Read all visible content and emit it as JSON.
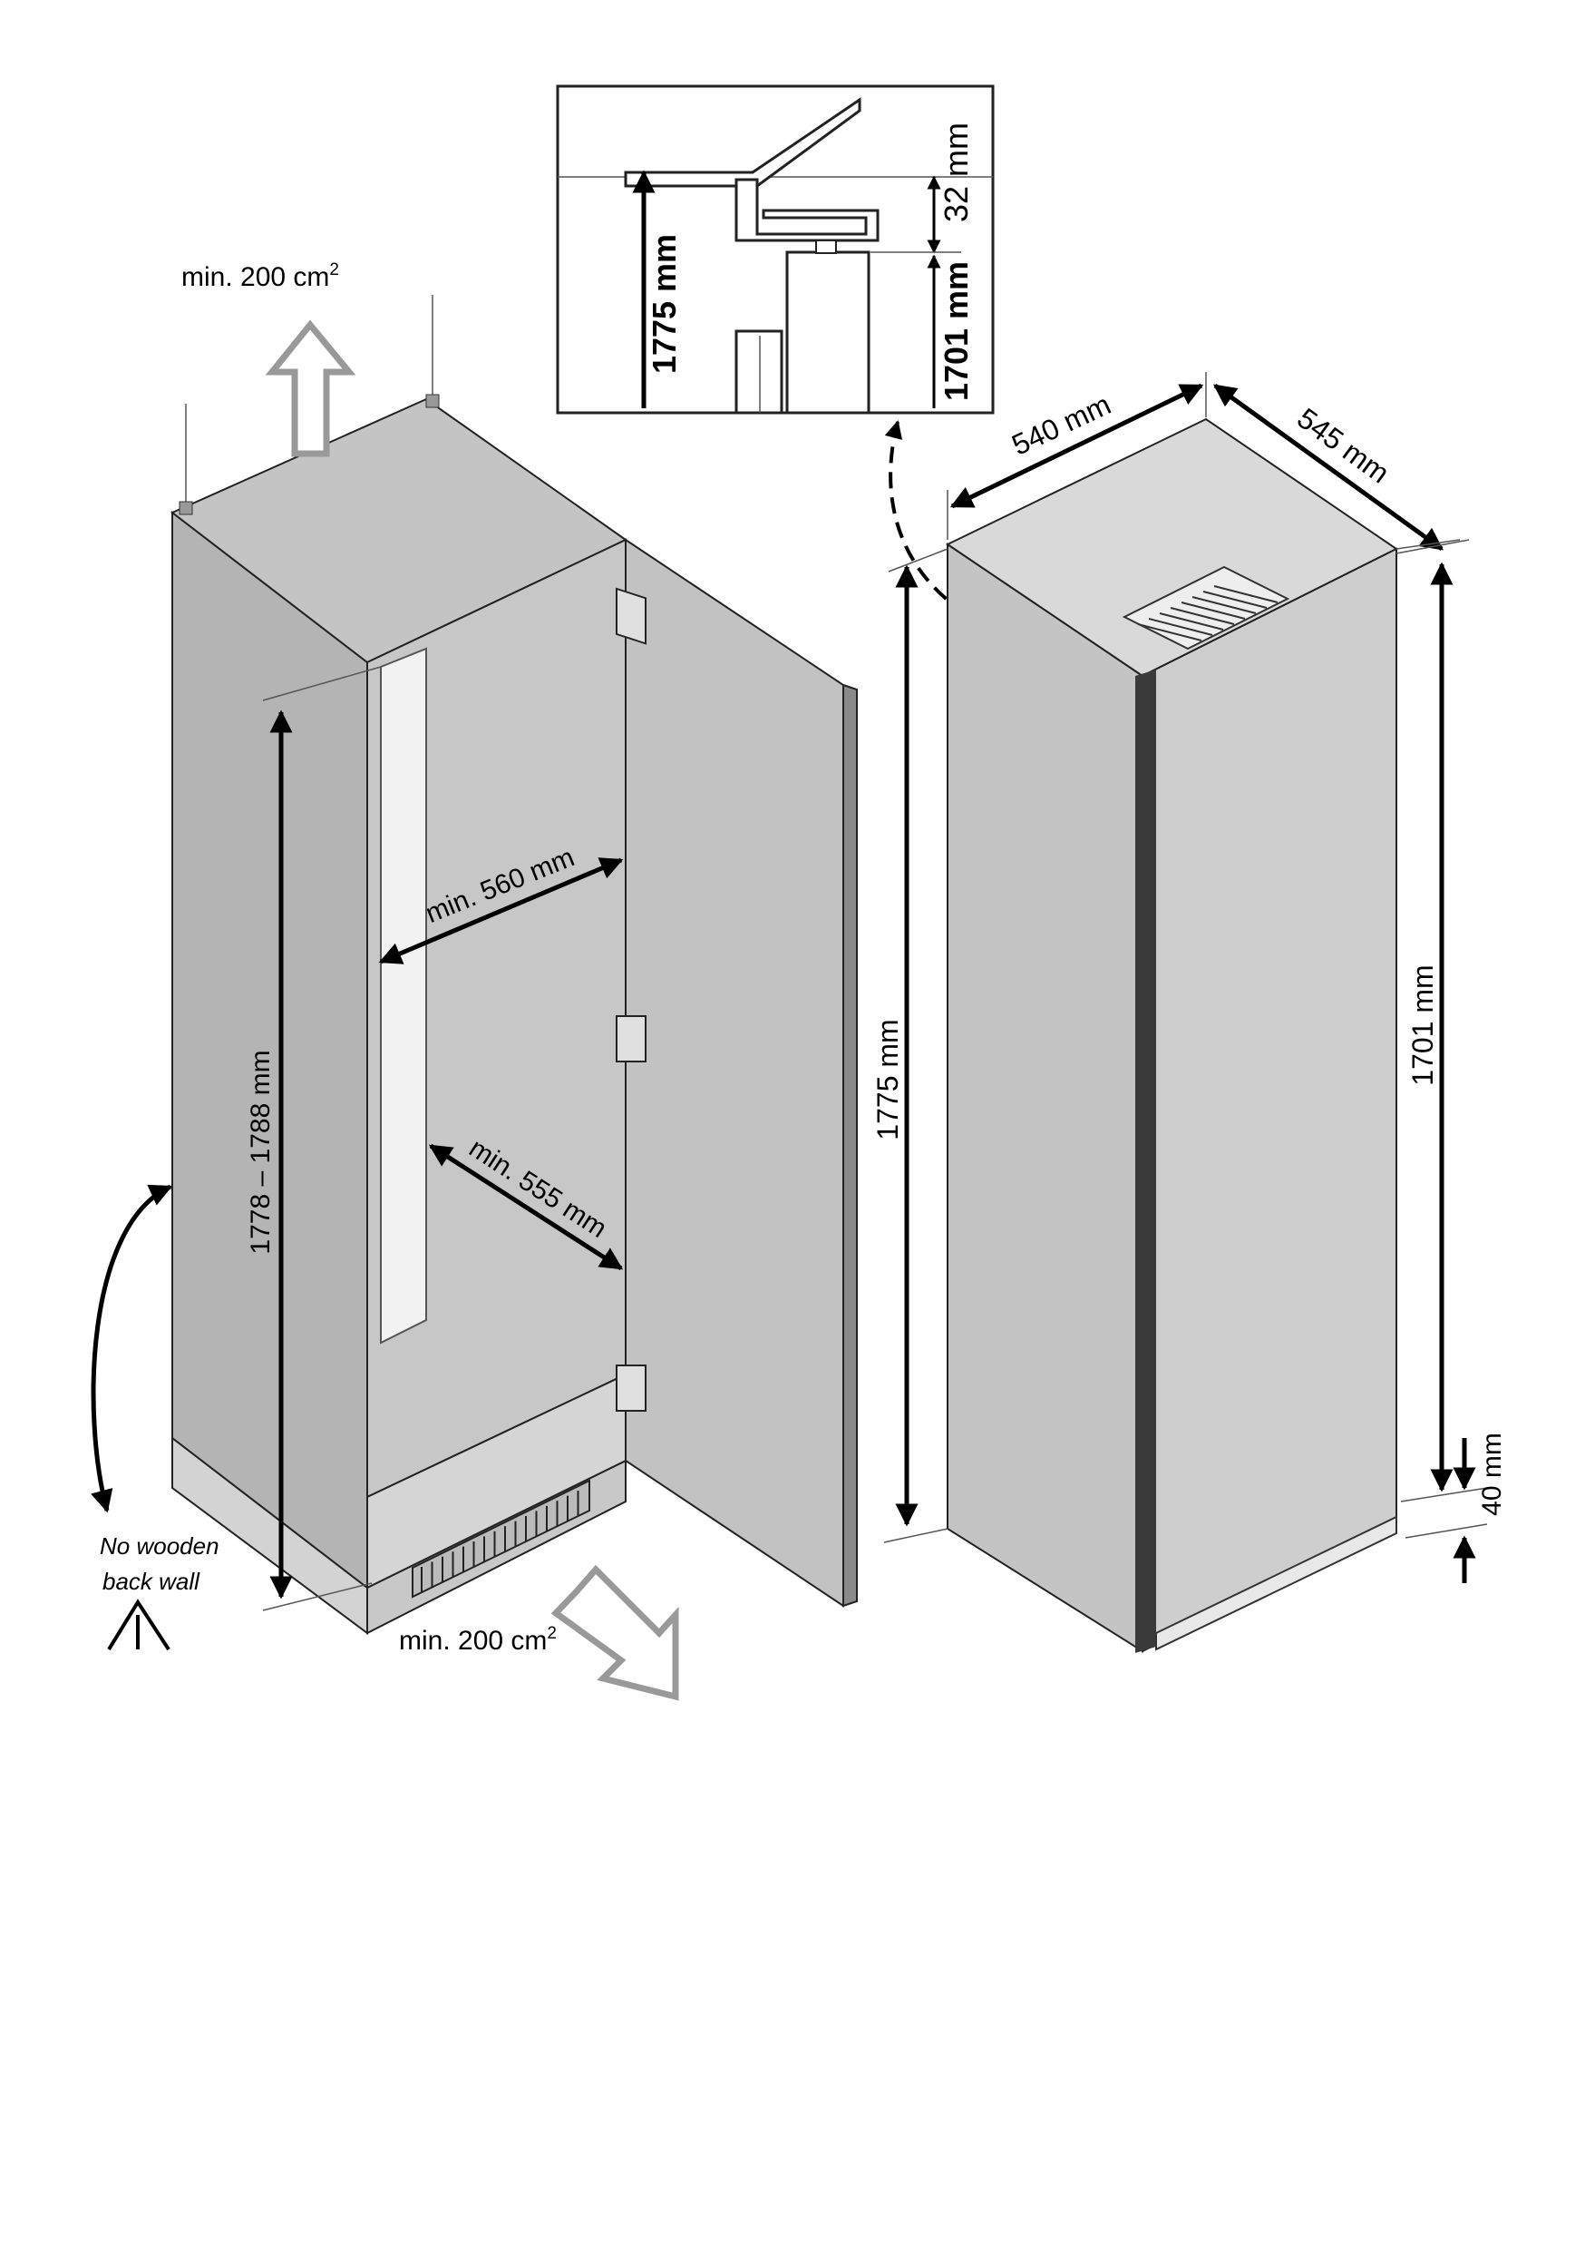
{
  "vent_top": {
    "label": "min. 200 cm",
    "sup": "2"
  },
  "vent_bottom": {
    "label": "min. 200 cm",
    "sup": "2"
  },
  "niche": {
    "height_range": "1778 – 1788 mm",
    "width_top": "min. 560 mm",
    "width_bottom": "min. 555 mm"
  },
  "warning": {
    "line1": "No wooden",
    "line2": "back wall"
  },
  "detail": {
    "height_total": "1775 mm",
    "height_body": "1701 mm",
    "hinge_gap": "32 mm"
  },
  "appliance": {
    "width": "540 mm",
    "depth": "545 mm",
    "height_total": "1775 mm",
    "height_body": "1701 mm",
    "bottom_gap": "40 mm"
  }
}
